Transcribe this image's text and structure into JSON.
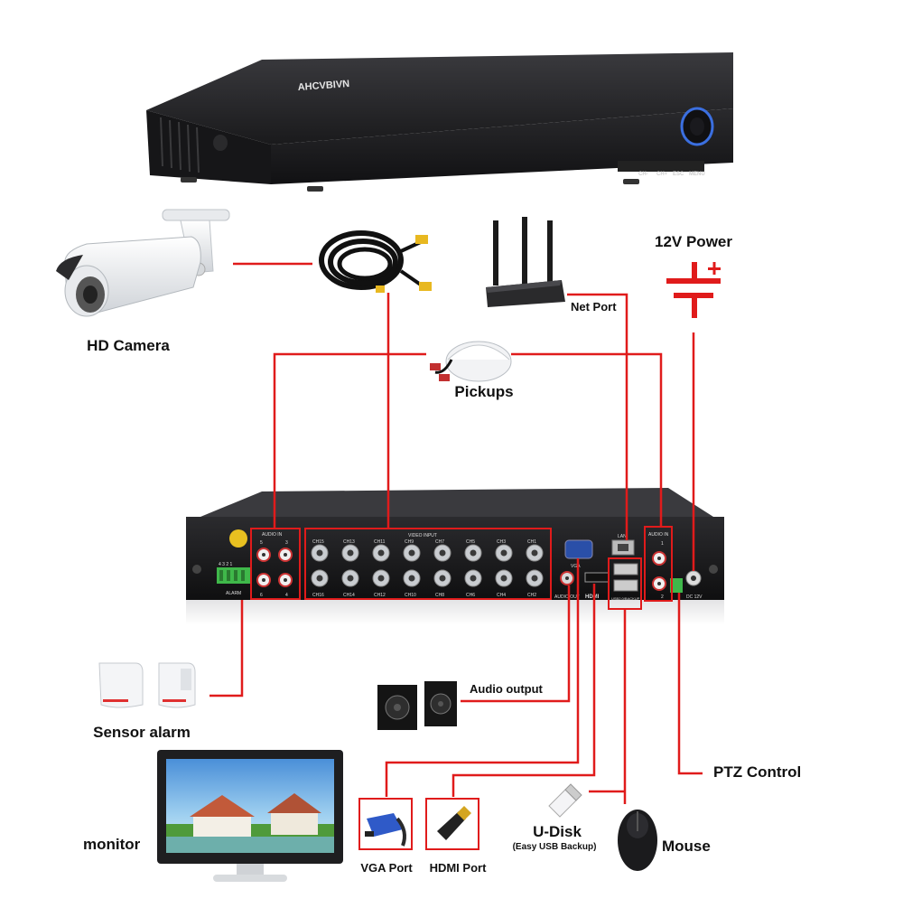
{
  "brand": "AHCVBIVN",
  "front_buttons": [
    "CH-",
    "CH+",
    "ESC",
    "MENU"
  ],
  "labels": {
    "hd_camera": "HD Camera",
    "twelve_v_power": "12V Power",
    "net_port": "Net Port",
    "pickups": "Pickups",
    "sensor_alarm": "Sensor alarm",
    "audio_output": "Audio output",
    "ptz_control": "PTZ Control",
    "monitor": "monitor",
    "vga_port": "VGA Port",
    "hdmi_port": "HDMI Port",
    "u_disk": "U-Disk",
    "u_disk_note": "(Easy USB Backup)",
    "mouse": "Mouse"
  },
  "rear_panel": {
    "audio_in_left": "AUDIO IN",
    "audio_in_left_nums": [
      "5",
      "3",
      "6",
      "4"
    ],
    "video_input": "VIDEO INPUT",
    "channels_top": [
      "CH15",
      "CH13",
      "CH11",
      "CH9",
      "CH7",
      "CH5",
      "CH3",
      "CH1"
    ],
    "channels_bottom": [
      "CH16",
      "CH14",
      "CH12",
      "CH10",
      "CH8",
      "CH6",
      "CH4",
      "CH2"
    ],
    "vga": "VGA",
    "audio_out": "AUDIO OUT",
    "hdmi": "HDMI",
    "lan": "LAN",
    "usb": "USB2.0/BACKUP",
    "audio_in_right": "AUDIO IN",
    "audio_in_right_nums": [
      "1",
      "2"
    ],
    "dc": "DC 12V",
    "alarm": "ALARM",
    "alarm_pins": "4 3 2 1"
  },
  "colors": {
    "wire": "#e01b1b",
    "dvr_body": "#1c1c1e",
    "highlight_box": "#e01b1b",
    "button_glow": "#3b6fe0"
  }
}
